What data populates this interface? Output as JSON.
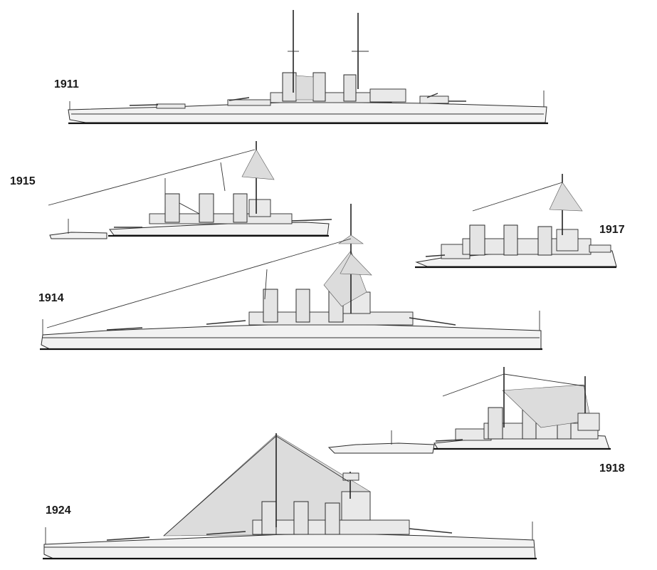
{
  "title": "",
  "years": {
    "y1911": "1911",
    "y1915": "1915",
    "y1917": "1917",
    "y1914": "1914",
    "y1918": "1918",
    "y1924": "1924"
  },
  "colors": {
    "background": "#ffffff",
    "hull_fill": "#f2f2f2",
    "outline": "#2b2b2b",
    "waterline": "#111111",
    "canvas_shading": "#dcdcdc"
  }
}
